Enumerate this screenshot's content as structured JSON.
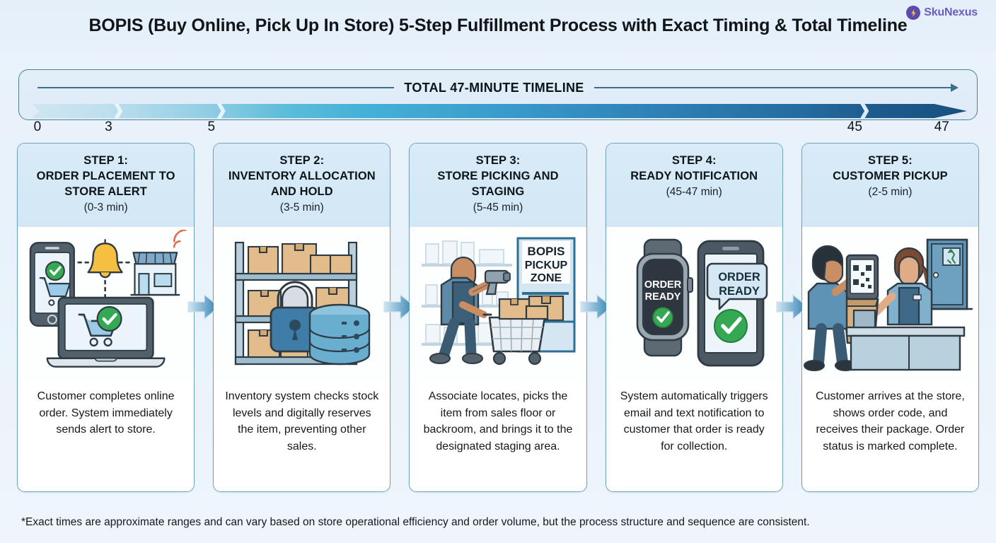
{
  "title": "BOPIS (Buy Online, Pick Up In Store) 5-Step Fulfillment Process with Exact Timing & Total Timeline",
  "timeline": {
    "label": "TOTAL 47-MINUTE TIMELINE",
    "ticks": [
      "0",
      "3",
      "5",
      "45",
      "47"
    ],
    "tick_positions_pct": [
      0.6,
      8.2,
      19.2,
      88.0,
      97.3
    ],
    "segment_breaks_pct": [
      8.8,
      19.8,
      88.6
    ],
    "gradient_start": "#cfe6f1",
    "gradient_end": "#16507f",
    "arrow_color": "#3f6f88"
  },
  "steps": [
    {
      "step_no": "STEP 1:",
      "title": "ORDER PLACEMENT TO STORE ALERT",
      "time": "(0-3 min)",
      "description": "Customer completes online order. System immediately sends alert to store.",
      "illustration": "phone-laptop-bell-store"
    },
    {
      "step_no": "STEP 2:",
      "title": "INVENTORY ALLOCATION AND HOLD",
      "time": "(3-5 min)",
      "description": "Inventory system checks stock levels and digitally reserves the item, preventing other sales.",
      "illustration": "shelving-padlock-database"
    },
    {
      "step_no": "STEP 3:",
      "title": "STORE PICKING AND STAGING",
      "time": "(5-45 min)",
      "description": "Associate locates, picks the item from sales floor or backroom, and brings it to the designated staging area.",
      "illustration": "associate-cart-scanner",
      "sign_text": [
        "BOPIS",
        "PICKUP",
        "ZONE"
      ]
    },
    {
      "step_no": "STEP 4:",
      "title": "READY NOTIFICATION",
      "time": "(45-47 min)",
      "description": "System automatically triggers email and text notification to customer that order is ready for collection.",
      "illustration": "smartwatch-phone-order-ready",
      "watch_text": [
        "ORDER",
        "READY"
      ],
      "phone_text": [
        "ORDER",
        "READY"
      ]
    },
    {
      "step_no": "STEP 5:",
      "title": "CUSTOMER PICKUP",
      "time": "(2-5 min)",
      "description": "Customer arrives at the store, shows order code, and receives their package. Order status is marked complete.",
      "illustration": "counter-handoff-qr"
    }
  ],
  "footer": {
    "note": "*Exact times are approximate ranges and can vary based on store operational efficiency and order volume, but the process structure and sequence are consistent.",
    "brand_name": "SkuNexus",
    "brand_color": "#5b4bab"
  },
  "colors": {
    "card_border": "#70a3b8",
    "card_header_bg": "#d6e9f7",
    "accent_green": "#34a853",
    "accent_blue": "#3a7fb5",
    "page_bg": "#eaf3fb"
  }
}
